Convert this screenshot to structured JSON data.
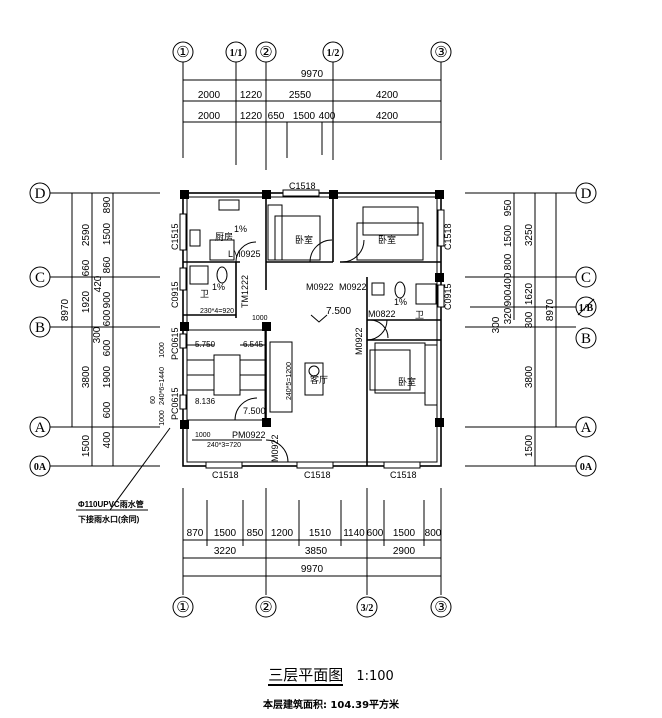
{
  "axes_top": [
    "①",
    "1/1",
    "②",
    "1/2",
    "③"
  ],
  "axes_bottom": [
    "①",
    "②",
    "3/2",
    "③"
  ],
  "axes_left": [
    "D",
    "C",
    "B",
    "A",
    "0A"
  ],
  "axes_right": [
    "D",
    "C",
    "1/B",
    "B",
    "A",
    "0A"
  ],
  "top_dims": {
    "total": "9970",
    "row1": [
      "2000",
      "1220",
      "2550",
      "4200"
    ],
    "row2": [
      "2000",
      "1220",
      "650",
      "1500",
      "400",
      "4200"
    ]
  },
  "bottom_dims": {
    "row1": [
      "870",
      "1500",
      "850",
      "1200",
      "1510",
      "1140",
      "600",
      "1500",
      "800"
    ],
    "row2": [
      "3220",
      "3850",
      "2900"
    ],
    "total": "9970"
  },
  "left_dims": {
    "total": "8970",
    "mid": [
      "2590",
      "1920",
      "3800",
      "1500"
    ],
    "inner": [
      "890",
      "1500",
      "860",
      "660",
      "420",
      "900",
      "600",
      "300",
      "600",
      "1900",
      "600",
      "400"
    ]
  },
  "right_dims": {
    "total": "8970",
    "mid": [
      "3250",
      "1620",
      "300",
      "3800",
      "1500"
    ],
    "inner": [
      "950",
      "1500",
      "800",
      "400",
      "900",
      "320",
      "300"
    ]
  },
  "rooms": {
    "kitchen": "厨房",
    "bedroom": "卧室",
    "bath": "卫",
    "living": "客厅"
  },
  "labels": {
    "c1518": "C1518",
    "c1515": "C1515",
    "c0915": "C0915",
    "pc0615": "PC0615",
    "m0925": "LM0925",
    "m0922": "M0922",
    "m0822": "M0822",
    "tm1222": "TM1222",
    "pm0922": "PM0922",
    "elev": "7.500",
    "slope": "1%",
    "e1": "5.750",
    "e2": "6.545",
    "e3": "8.136",
    "stair1": "240*3=720",
    "stair2": "230*4=920",
    "stair3": "240*6=1440",
    "stair4": "240*5=1200",
    "d1000": "1000",
    "d60": "60"
  },
  "pipe_note": [
    "Φ110UPVC雨水管",
    "下接雨水口(余同)"
  ],
  "title": {
    "name": "三层平面图",
    "scale": "1:100",
    "area": "本层建筑面积: 104.39平方米"
  }
}
